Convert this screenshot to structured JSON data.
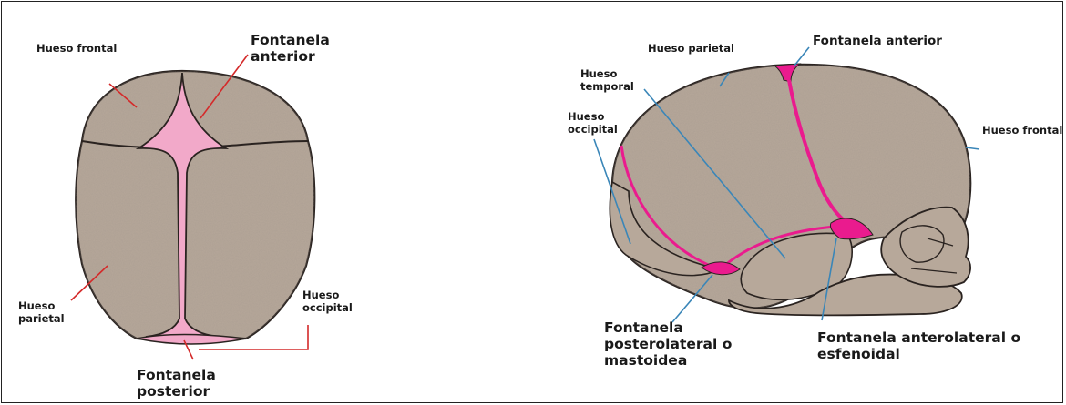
{
  "colors": {
    "bone": "#b7a89a",
    "bone_outline": "#2a2320",
    "fontanel_light": "#f2a9c9",
    "fontanel_bright": "#ea1b8e",
    "leader_red": "#d42a2a",
    "leader_blue": "#3a86b8"
  },
  "top_view": {
    "hueso_frontal": "Hueso frontal",
    "fontanela_anterior": "Fontanela anterior",
    "hueso_parietal": "Hueso parietal",
    "hueso_occipital": "Hueso occipital",
    "fontanela_posterior": "Fontanela posterior"
  },
  "side_view": {
    "hueso_parietal": "Hueso parietal",
    "fontanela_anterior": "Fontanela anterior",
    "hueso_temporal": "Hueso temporal",
    "hueso_occipital": "Hueso occipital",
    "hueso_frontal": "Hueso frontal",
    "fontanela_posterolateral": "Fontanela posterolateral o mastoidea",
    "fontanela_anterolateral": "Fontanela anterolateral o esfenoidal"
  }
}
